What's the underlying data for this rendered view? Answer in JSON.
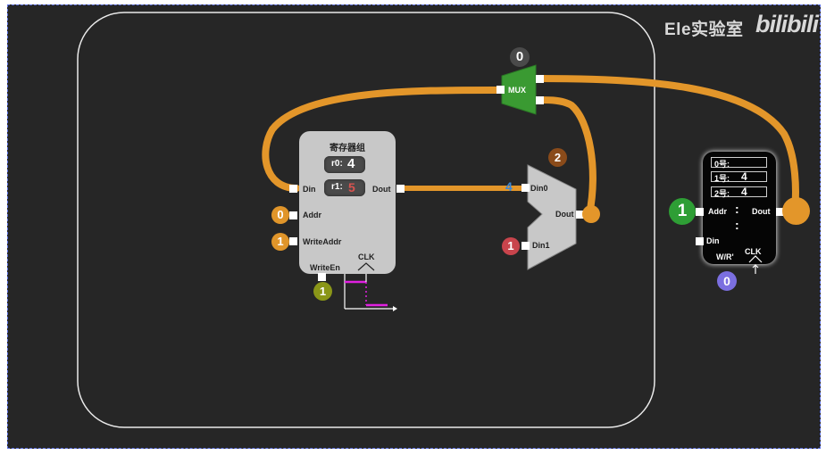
{
  "watermark": {
    "channel": "Ele实验室",
    "logo": "bilibili"
  },
  "register_file": {
    "title": "寄存器组",
    "registers": [
      {
        "name": "r0:",
        "value": "4"
      },
      {
        "name": "r1:",
        "value": "5"
      }
    ],
    "ports": {
      "din": "Din",
      "dout": "Dout",
      "addr": "Addr",
      "write_addr": "WriteAddr",
      "write_en": "WriteEn",
      "clk": "CLK"
    },
    "inputs": {
      "addr": "0",
      "write_addr": "1",
      "write_en": "1"
    }
  },
  "mux": {
    "label": "MUX",
    "select": "0"
  },
  "alu_mux": {
    "din0": "Din0",
    "din1": "Din1",
    "dout": "Dout",
    "select": "2",
    "din1_value": "1",
    "din0_marker": "4"
  },
  "memory": {
    "cells": [
      {
        "name": "0号:",
        "value": ""
      },
      {
        "name": "1号:",
        "value": "4"
      },
      {
        "name": "2号:",
        "value": "4"
      }
    ],
    "ellipsis": ":",
    "ports": {
      "addr": "Addr",
      "dout": "Dout",
      "din": "Din",
      "wr": "W/R'",
      "clk": "CLK"
    },
    "inputs": {
      "addr": "1",
      "wr": "0"
    }
  },
  "colors": {
    "wire": "#e3962a",
    "mux_green": "#3a9a32",
    "background": "#262626",
    "register_body": "#c8c8c8",
    "r1_value": "#d9534f"
  }
}
